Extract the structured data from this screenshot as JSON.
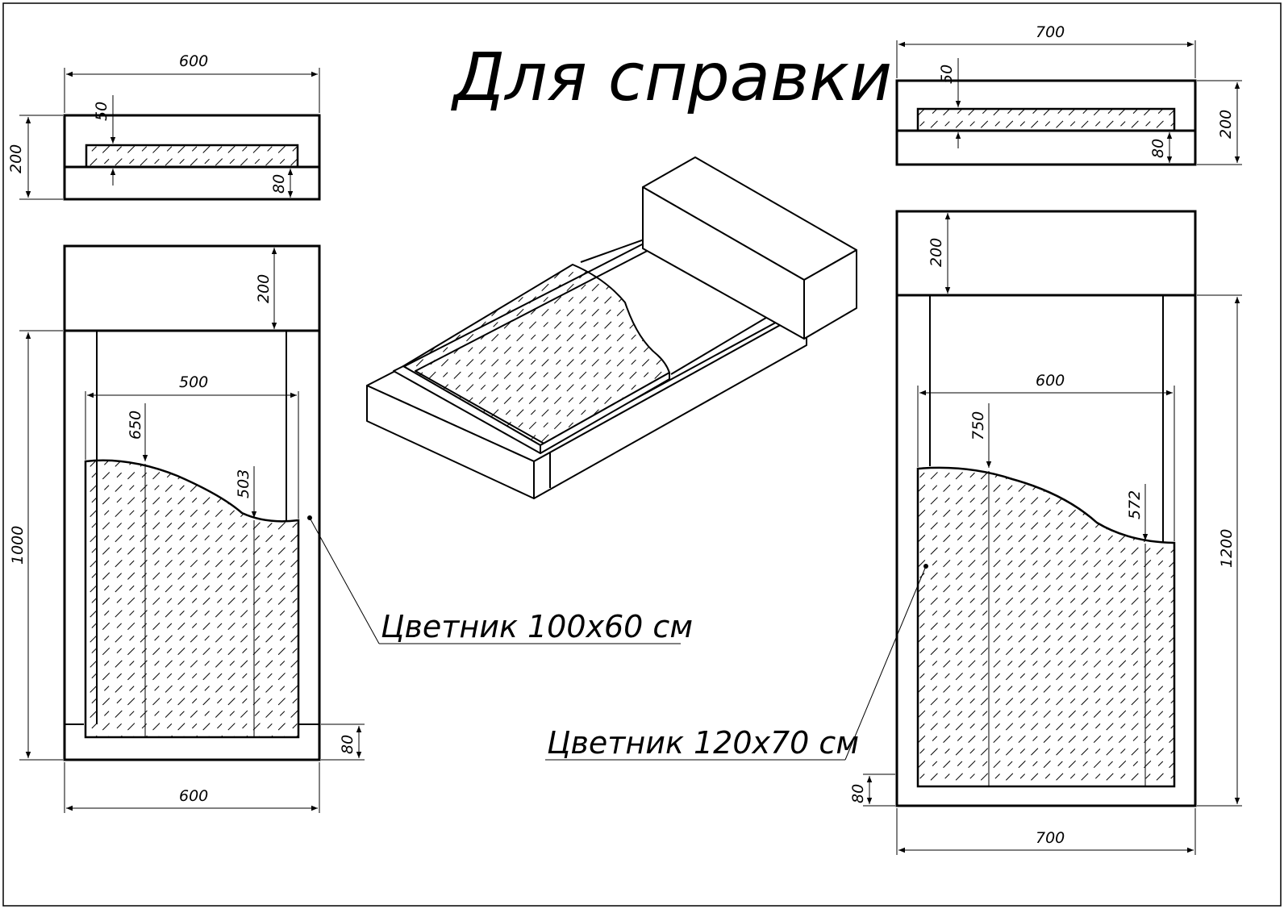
{
  "title": "Для справки",
  "notes": {
    "small": "Цветник 100х60 см",
    "large": "Цветник 120х70 см"
  },
  "small_top_view": {
    "width": "600",
    "height": "200",
    "slab_height": "50",
    "base_height": "80"
  },
  "small_plan": {
    "total_length": "1000",
    "stele_depth": "200",
    "inner_width": "500",
    "slab_max_length": "650",
    "slab_min_length": "503",
    "frame_width": "80",
    "outer_width": "600"
  },
  "large_top_view": {
    "width": "700",
    "height": "200",
    "slab_height": "50",
    "base_height": "80"
  },
  "large_plan": {
    "total_length": "1200",
    "stele_depth": "200",
    "inner_width": "600",
    "slab_max_length": "750",
    "slab_min_length": "572",
    "frame_width": "80",
    "outer_width": "700"
  },
  "colors": {
    "line": "#000000",
    "background": "#ffffff",
    "hatch": "#000000"
  }
}
